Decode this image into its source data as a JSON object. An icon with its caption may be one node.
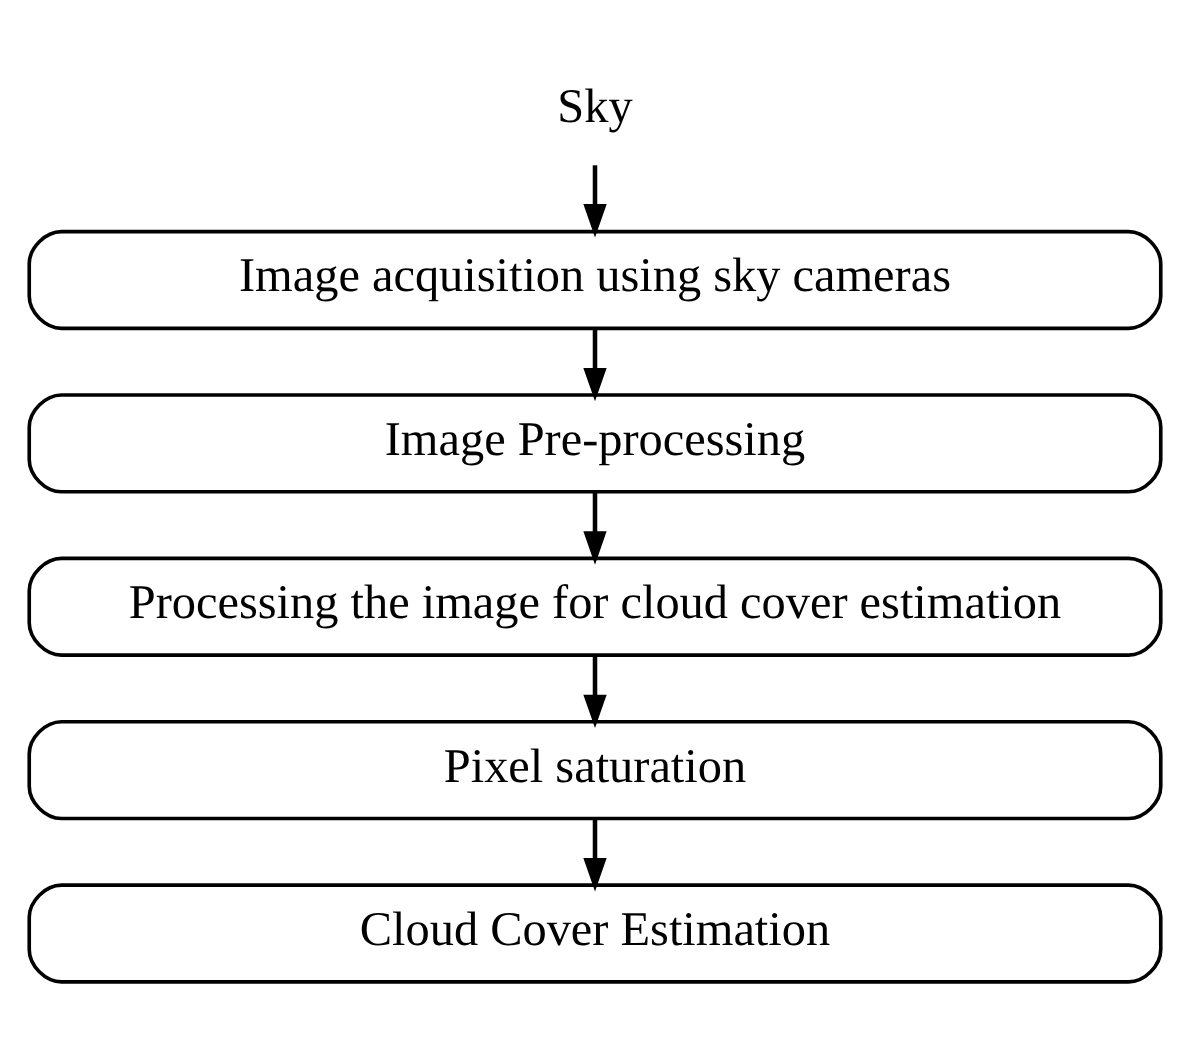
{
  "diagram": {
    "nodes": [
      {
        "text": [
          "Sky"
        ]
      },
      {
        "text": [
          "Image acquisition using sky cameras"
        ]
      },
      {
        "text": [
          "Image Pre-processing"
        ]
      },
      {
        "text": [
          "Processing the image for cloud cover estimation"
        ]
      },
      {
        "text": [
          "Pixel saturation"
        ]
      },
      {
        "text": [
          "Cloud Cover Estimation"
        ]
      }
    ],
    "edges": [
      {
        "from": 0,
        "to": 1,
        "arrow": "to"
      },
      {
        "from": 1,
        "to": 2,
        "arrow": "to"
      },
      {
        "from": 2,
        "to": 3,
        "arrow": "to"
      },
      {
        "from": 3,
        "to": 4,
        "arrow": "to"
      },
      {
        "from": 4,
        "to": 5,
        "arrow": "to"
      }
    ]
  }
}
